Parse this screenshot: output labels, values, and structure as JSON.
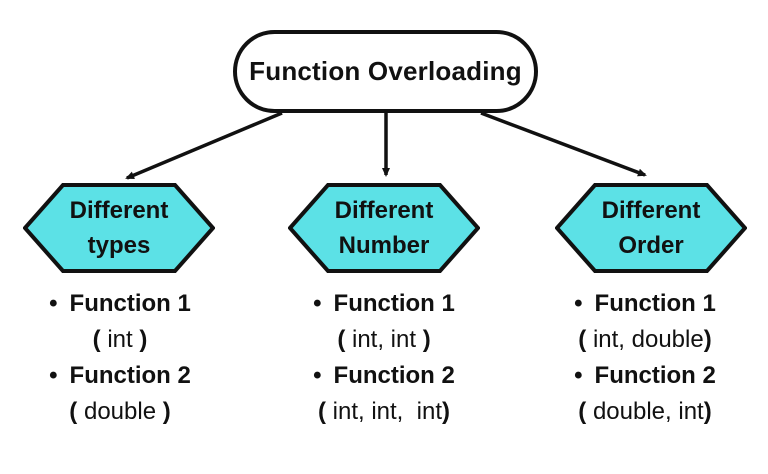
{
  "title": {
    "label": "Function Overloading"
  },
  "bullet": "•",
  "colors": {
    "hexagon_fill": "#5CE1E6",
    "stroke": "#111111",
    "background": "#ffffff"
  },
  "branches": [
    {
      "name": "Different types",
      "label_line1": "Different",
      "label_line2": "types",
      "items": [
        {
          "label": "Function 1",
          "param_open": "(",
          "param_body": " int ",
          "param_close": ")"
        },
        {
          "label": "Function 2",
          "param_open": "(",
          "param_body": " double ",
          "param_close": ")"
        }
      ]
    },
    {
      "name": "Different Number",
      "label_line1": "Different",
      "label_line2": "Number",
      "items": [
        {
          "label": "Function 1",
          "param_open": "(",
          "param_body": " int, int ",
          "param_close": ")"
        },
        {
          "label": "Function 2",
          "param_open": "(",
          "param_body": " int, int,  int",
          "param_close": ")"
        }
      ]
    },
    {
      "name": "Different Order",
      "label_line1": "Different",
      "label_line2": "Order",
      "items": [
        {
          "label": "Function 1",
          "param_open": "(",
          "param_body": " int, double",
          "param_close": ")"
        },
        {
          "label": "Function 2",
          "param_open": "(",
          "param_body": " double, int",
          "param_close": ")"
        }
      ]
    }
  ]
}
